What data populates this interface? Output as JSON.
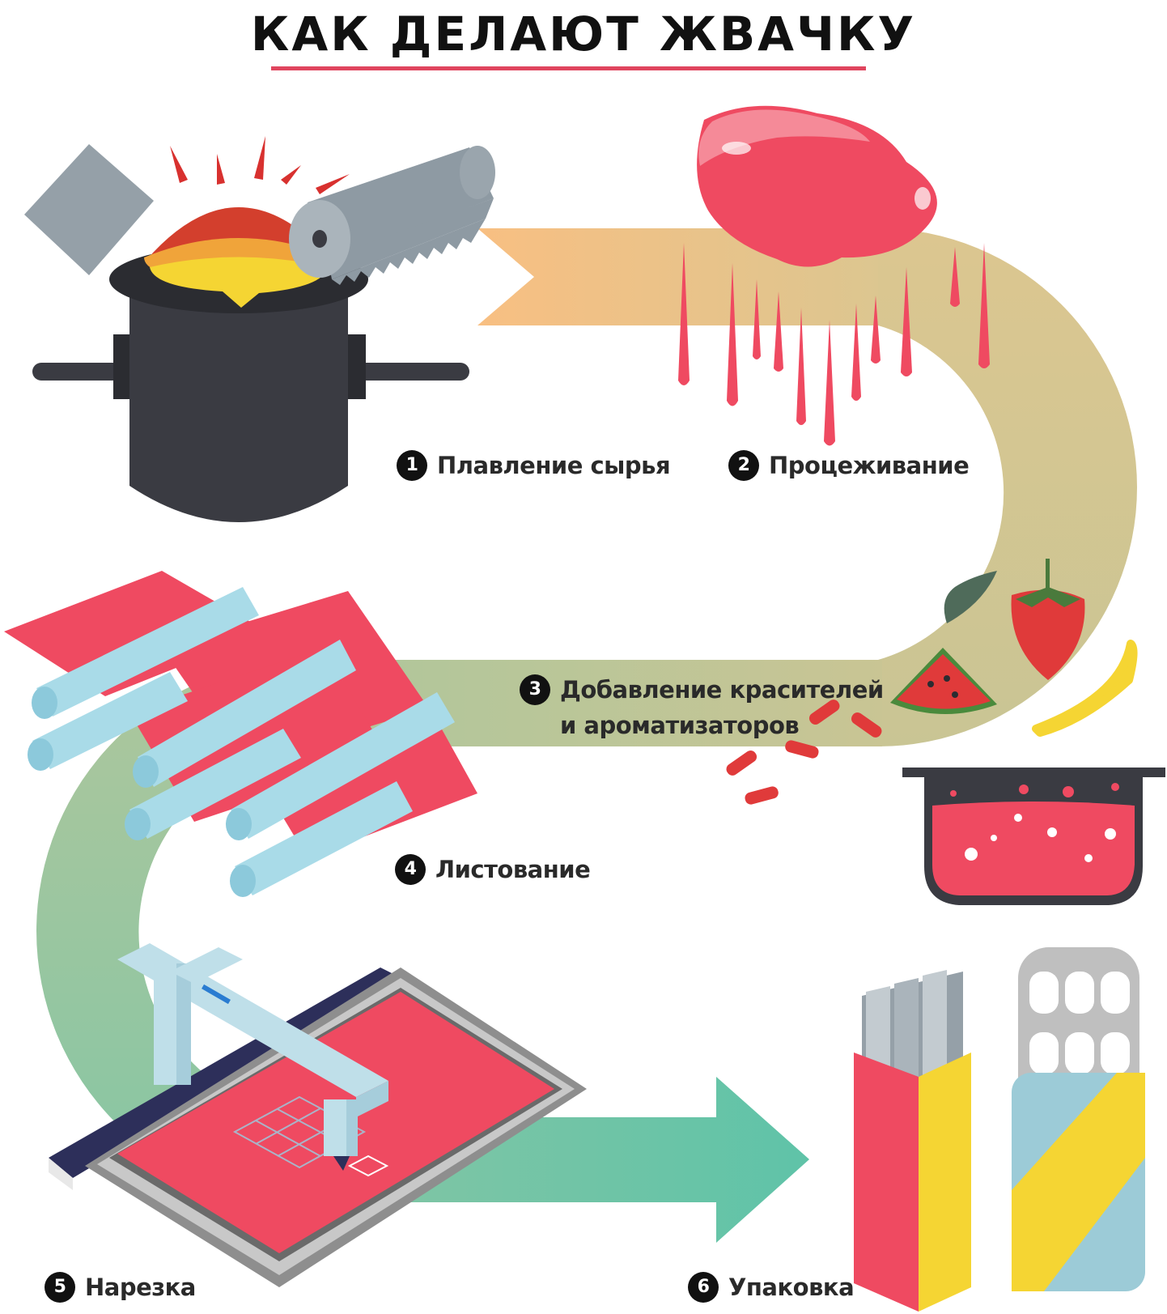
{
  "title": "КАК ДЕЛАЮТ ЖВАЧКУ",
  "colors": {
    "accent": "#e0455e",
    "gum": "#ef4a61",
    "pot": "#3a3b42",
    "roller": "#a9dbe8",
    "machine": "#bfdfe9",
    "yellow": "#f5d533"
  },
  "steps": [
    {
      "number": "1",
      "label": "Плавление сырья"
    },
    {
      "number": "2",
      "label": "Процеживание"
    },
    {
      "number": "3",
      "label": "Добавление красителей",
      "label2": "и ароматизаторов"
    },
    {
      "number": "4",
      "label": "Листование"
    },
    {
      "number": "5",
      "label": "Нарезка"
    },
    {
      "number": "6",
      "label": "Упаковка"
    }
  ]
}
